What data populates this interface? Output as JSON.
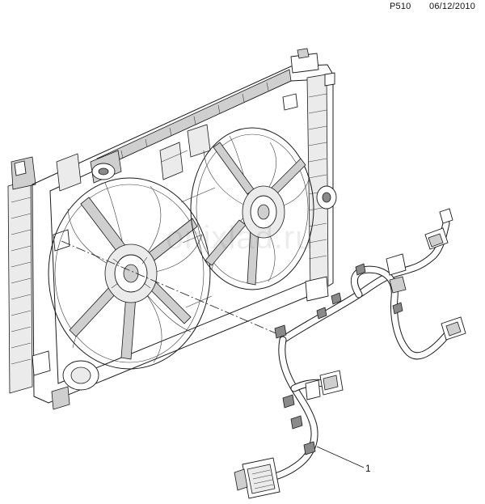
{
  "header": {
    "code": "P510",
    "date": "06/12/2010"
  },
  "watermark": "onixlad.ru",
  "callouts": [
    {
      "label": "1"
    }
  ]
}
